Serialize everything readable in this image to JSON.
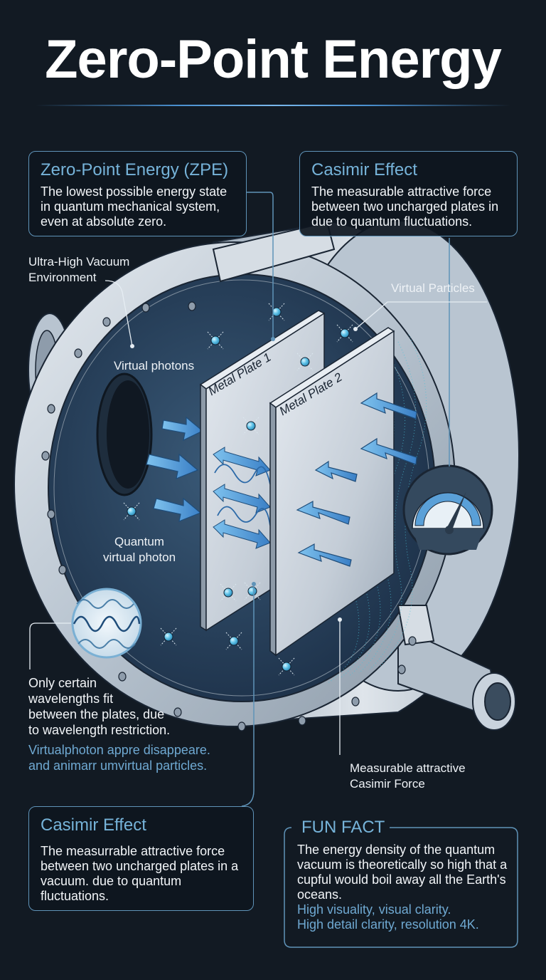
{
  "header": {
    "title": "Zero-Point Energy"
  },
  "cards": {
    "zpe": {
      "title": "Zero-Point Energy (ZPE)",
      "body": "The lowest possible energy state in quantum mechanical system, even at absolute zero."
    },
    "casimir_top": {
      "title": "Casimir Effect",
      "body": "The measurable attractive force between two uncharged plates in due to quantum fluctuations."
    },
    "casimir_bottom": {
      "title": "Casimir Effect",
      "body": "The measurrable attractive force between two uncharged plates in a vacuum. due to quantum fluctuations."
    },
    "fun_fact": {
      "title": "FUN FACT",
      "body": "The energy density of the quantum vacuum is theoretically so high that a cupful would boil away all the Earth's oceans.",
      "accent_line_1": "High visuality, visual clarity.",
      "accent_line_2": "High detail clarity, resolution 4K."
    }
  },
  "labels": {
    "vacuum": "Ultra-High Vacuum\nEnvironment",
    "virtual_photons": "Virtual photons",
    "virtual_particles": "Virtual Particles",
    "quantum_virtual_photon": "Quantum\nvirtual photon",
    "plate_1": "Metal Plate 1",
    "plate_2": "Metal Plate 2",
    "casimir_force": "Measurable attractive\nCasimir Force"
  },
  "notes": {
    "wavelength": "Only certain\nwavelengths fit\nbetween the plates, due\nto wavelength restriction.",
    "wavelength_accent": "Virtualphoton appre disappeare.\nand animarr umvirtual particles."
  },
  "icons": {
    "pressure_gauge": "gauge-icon",
    "wave_magnifier": "wave-icon",
    "virtual_particle": "particle-icon",
    "force_arrow": "arrow-icon"
  },
  "colors": {
    "background": "#121a23",
    "card_border": "#5f93b8",
    "heading_blue": "#76b3d9",
    "accent_text": "#6fa9d2",
    "metal": "#c9d3dd",
    "chamber_interior": "#2a4560",
    "arrow_blue": "#4a8fd0",
    "particle": "#5fc3e8"
  }
}
